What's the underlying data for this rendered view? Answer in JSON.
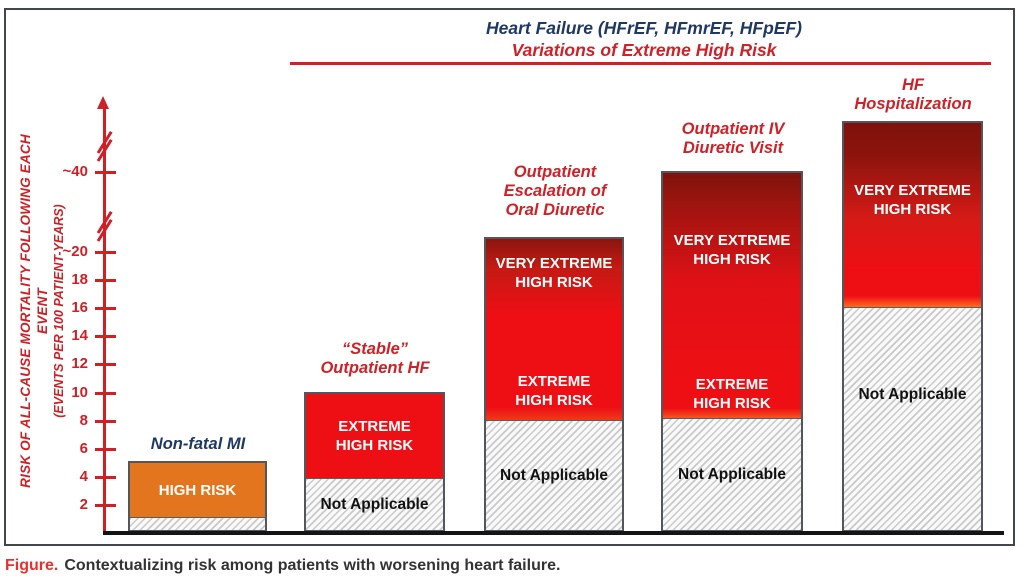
{
  "title": {
    "line1": "Heart Failure (HFrEF, HFmrEF, HFpEF)",
    "line2": "Variations of Extreme High Risk"
  },
  "y_axis": {
    "title1": "RISK OF ALL-CAUSE MORTALITY FOLLOWING EACH EVENT",
    "title2": "(EVENTS PER 100 PATIENT-YEARS)",
    "ticks": [
      "~40",
      "~20",
      "18",
      "16",
      "14",
      "12",
      "10",
      "8",
      "6",
      "4",
      "2"
    ]
  },
  "bars": [
    {
      "label_lines": [
        "Non-fatal MI"
      ],
      "risk_label_lines": [
        "HIGH RISK"
      ],
      "na_label": ""
    },
    {
      "label_lines": [
        "“Stable”",
        "Outpatient HF"
      ],
      "risk_label_lines": [
        "EXTREME",
        "HIGH RISK"
      ],
      "na_label": "Not Applicable"
    },
    {
      "label_lines": [
        "Outpatient",
        "Escalation of",
        "Oral Diuretic"
      ],
      "very_label_lines": [
        "VERY EXTREME",
        "HIGH RISK"
      ],
      "risk_label_lines": [
        "EXTREME",
        "HIGH RISK"
      ],
      "na_label": "Not Applicable"
    },
    {
      "label_lines": [
        "Outpatient IV",
        "Diuretic Visit"
      ],
      "very_label_lines": [
        "VERY EXTREME",
        "HIGH RISK"
      ],
      "risk_label_lines": [
        "EXTREME",
        "HIGH RISK"
      ],
      "na_label": "Not Applicable"
    },
    {
      "label_lines": [
        "HF",
        "Hospitalization"
      ],
      "very_label_lines": [
        "VERY EXTREME",
        "HIGH RISK"
      ],
      "na_label": "Not Applicable"
    }
  ],
  "caption": {
    "prefix": "Figure.",
    "body": "Contextualizing risk among patients with worsening heart failure."
  },
  "colors": {
    "axis_red": "#ce2026",
    "label_red": "#cf2127",
    "navy": "#1f3864",
    "bar_red": "#ee0f14",
    "bar_dark_red": "#7f120c",
    "bar_orange": "#e2751d",
    "caption_red": "#e8312f",
    "frame_gray": "#43474c"
  },
  "chart_data": {
    "type": "bar",
    "stacked": true,
    "title": "Heart Failure (HFrEF, HFmrEF, HFpEF) — Variations of Extreme High Risk",
    "ylabel": "RISK OF ALL-CAUSE MORTALITY FOLLOWING EACH EVENT (EVENTS PER 100 PATIENT-YEARS)",
    "y_axis_broken": true,
    "y_tick_labels": [
      "2",
      "4",
      "6",
      "8",
      "10",
      "12",
      "14",
      "16",
      "18",
      "~20",
      "~40"
    ],
    "ylim_displayed": [
      0,
      45
    ],
    "grid": false,
    "legend": false,
    "categories": [
      "Non-fatal MI",
      "“Stable” Outpatient HF",
      "Outpatient Escalation of Oral Diuretic",
      "Outpatient IV Diuretic Visit",
      "HF Hospitalization"
    ],
    "bars": [
      {
        "category": "Non-fatal MI",
        "segments": [
          {
            "risk": "unlabeled hatched base",
            "from": 0,
            "to": 1,
            "style": "hatched"
          },
          {
            "risk": "HIGH RISK",
            "from": 1,
            "to": 5,
            "style": "orange"
          }
        ]
      },
      {
        "category": "“Stable” Outpatient HF",
        "segments": [
          {
            "risk": "Not Applicable",
            "from": 0,
            "to": 4,
            "style": "hatched"
          },
          {
            "risk": "EXTREME HIGH RISK",
            "from": 4,
            "to": 10,
            "style": "red"
          }
        ]
      },
      {
        "category": "Outpatient Escalation of Oral Diuretic",
        "segments": [
          {
            "risk": "Not Applicable",
            "from": 0,
            "to": 8,
            "style": "hatched"
          },
          {
            "risk": "EXTREME HIGH RISK → VERY EXTREME HIGH RISK",
            "from": 8,
            "to": 22,
            "style": "red-to-dark-red gradient",
            "approx_top": "~22"
          }
        ]
      },
      {
        "category": "Outpatient IV Diuretic Visit",
        "segments": [
          {
            "risk": "Not Applicable",
            "from": 0,
            "to": 8,
            "style": "hatched"
          },
          {
            "risk": "EXTREME HIGH RISK → VERY EXTREME HIGH RISK",
            "from": 8,
            "to": 40,
            "style": "red-to-dark-red gradient",
            "approx_top": "~40"
          }
        ]
      },
      {
        "category": "HF Hospitalization",
        "segments": [
          {
            "risk": "Not Applicable",
            "from": 0,
            "to": 16,
            "style": "hatched"
          },
          {
            "risk": "VERY EXTREME HIGH RISK",
            "from": 16,
            "to": 45,
            "style": "red-to-dark-red gradient",
            "approx_top": ">~40"
          }
        ]
      }
    ]
  }
}
